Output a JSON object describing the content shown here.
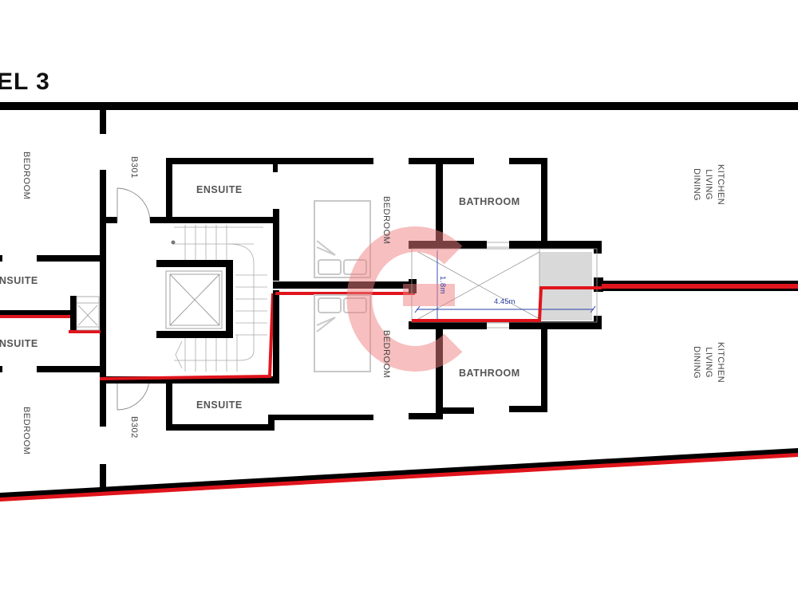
{
  "plan": {
    "title": "EL 3",
    "colors": {
      "wall": "#000000",
      "boundary_red": "#e0141c",
      "fixture_gray": "#c8c8c8",
      "shaded_area": "#d9d9d9",
      "dimension_blue": "#2a3fa8",
      "room_text": "#555555",
      "watermark": "#f4a8a8"
    },
    "rooms": {
      "bedroom_left_top": "BEDROOM",
      "bedroom_left_bottom": "BEDROOM",
      "ensuite_left_top": "ENSUITE",
      "ensuite_left_bottom": "ENSUITE",
      "unit_b301": "B301",
      "unit_b302": "B302",
      "ensuite_top": "ENSUITE",
      "ensuite_bottom": "ENSUITE",
      "bedroom_center_top": "BEDROOM",
      "bedroom_center_bottom": "BEDROOM",
      "bathroom_top": "BATHROOM",
      "bathroom_bottom": "BATHROOM",
      "kld_top": [
        "KITCHEN",
        "LIVING",
        "DINING"
      ],
      "kld_bottom": [
        "KITCHEN",
        "LIVING",
        "DINING"
      ]
    },
    "dimensions": {
      "corridor_width": "1.8m",
      "corridor_length": "4.45m"
    },
    "icons": {
      "watermark": "logo-g-icon",
      "lift": "lift-shaft-icon",
      "stairs": "staircase-icon"
    }
  }
}
